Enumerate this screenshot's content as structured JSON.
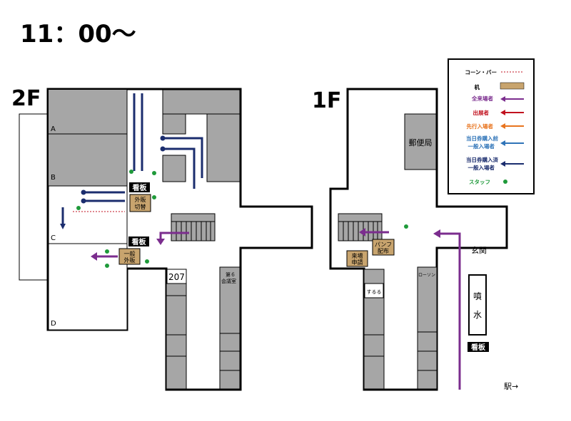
{
  "time_label": "11：00～",
  "floors": {
    "f2": {
      "label": "2F",
      "rooms": [
        "A",
        "B",
        "C",
        "D"
      ],
      "room_207": "207",
      "room_6_line1": "第６",
      "room_6_line2": "会議室",
      "sign_label": "看板",
      "gaihan_kippu_line1": "外販",
      "gaihan_kippu_line2": "切替",
      "ippan_gaihan_line1": "一般",
      "ippan_gaihan_line2": "外販"
    },
    "f1": {
      "label": "1F",
      "post_office": "郵便局",
      "pamphlet_line1": "パンフ",
      "pamphlet_line2": "配布",
      "raijo_line1": "来場",
      "raijo_line2": "申請",
      "suruga": "するる",
      "lawson": "ローソン",
      "entrance": "玄関",
      "fountain_1": "噴",
      "fountain_2": "水",
      "sign_label": "看板",
      "station": "駅→"
    }
  },
  "legend": {
    "items": [
      {
        "label": "コーン・バー",
        "symbol": "dotted-line"
      },
      {
        "label": "机",
        "symbol": "desk"
      },
      {
        "label": "全来場者",
        "symbol": "arrow",
        "color": "#7b2d8e"
      },
      {
        "label": "出展者",
        "symbol": "arrow",
        "color": "#c1121f"
      },
      {
        "label": "先行入場者",
        "symbol": "arrow",
        "color": "#e8741e"
      },
      {
        "label": "当日券購入前",
        "label2": "一般入場者",
        "symbol": "arrow",
        "color": "#2f74b8"
      },
      {
        "label": "当日券購入済",
        "label2": "一般入場者",
        "symbol": "arrow",
        "color": "#1b2d6e"
      },
      {
        "label": "スタッフ",
        "symbol": "dot",
        "color": "#1f9a3a"
      }
    ]
  },
  "colors": {
    "wall": "#000000",
    "room_fill": "#a6a6a6",
    "desk": "#c8a46e",
    "staff": "#1f9a3a",
    "all_visitors": "#7b2d8e",
    "purchased_general": "#1b2d6e",
    "cone_bar": "#c1121f"
  }
}
